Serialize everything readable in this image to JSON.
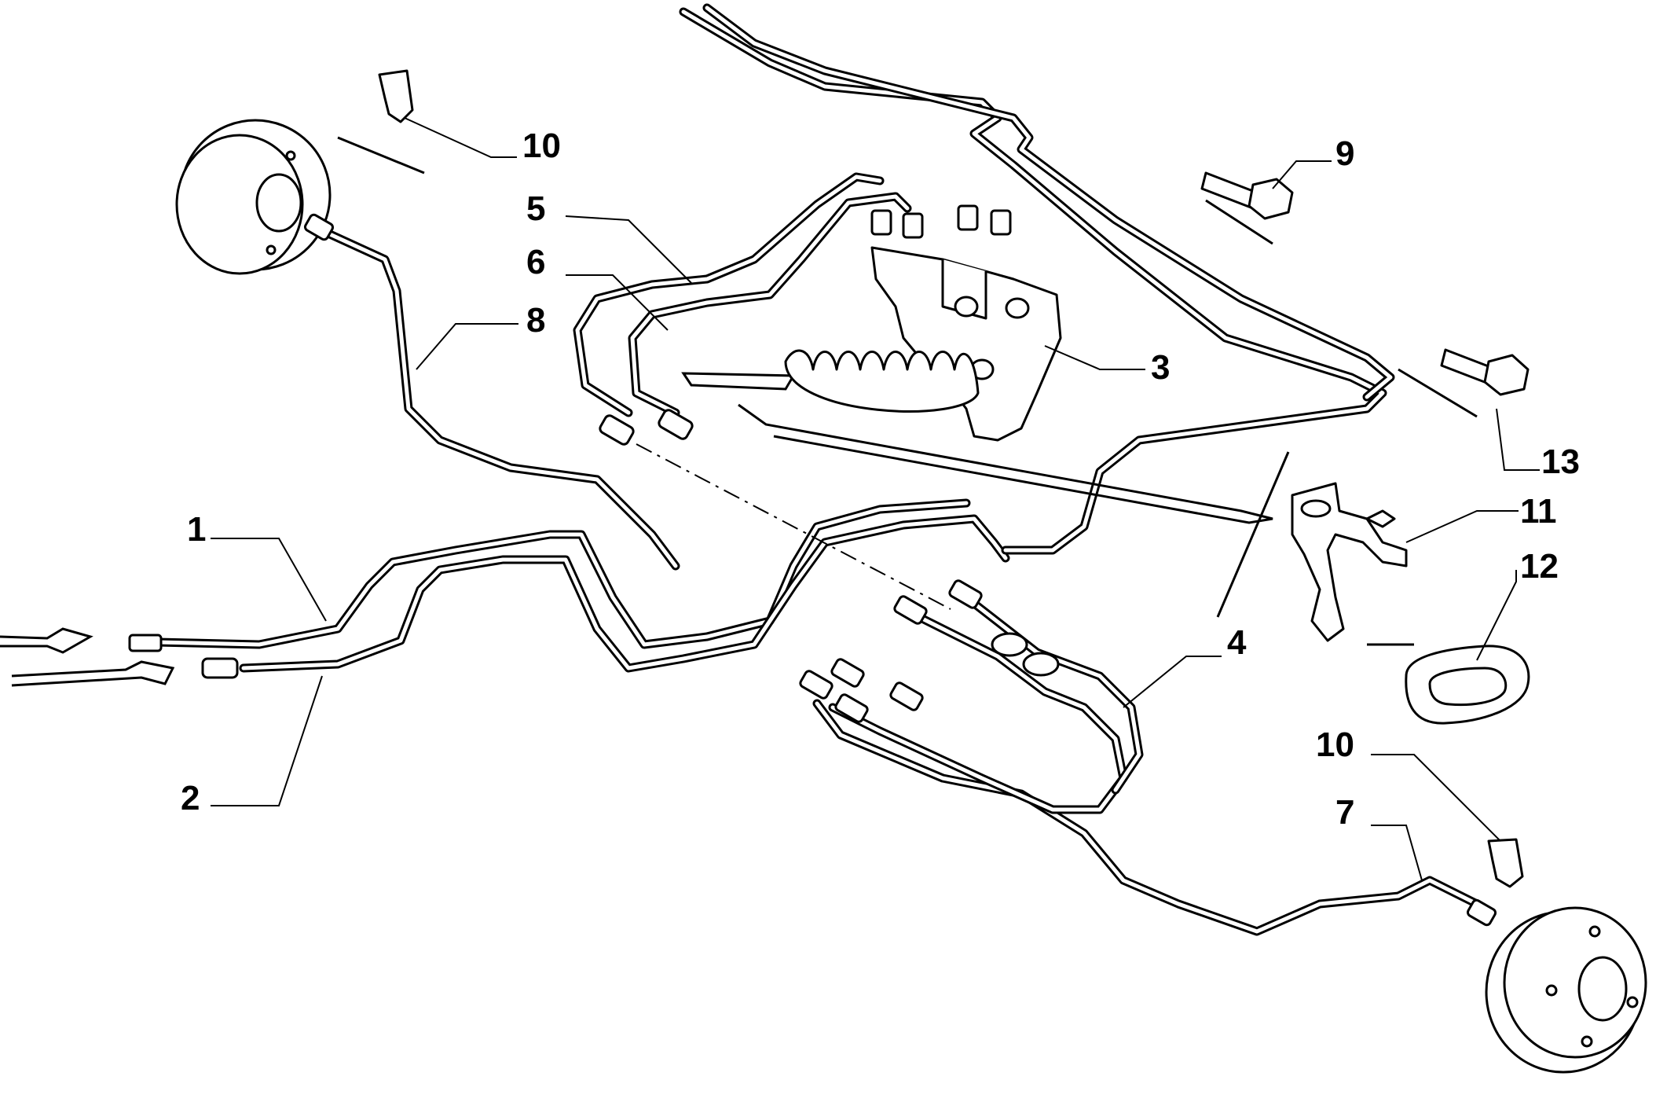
{
  "callouts": [
    {
      "id": "1",
      "label": "1"
    },
    {
      "id": "2",
      "label": "2"
    },
    {
      "id": "3",
      "label": "3"
    },
    {
      "id": "4",
      "label": "4"
    },
    {
      "id": "5",
      "label": "5"
    },
    {
      "id": "6",
      "label": "6"
    },
    {
      "id": "7",
      "label": "7"
    },
    {
      "id": "8",
      "label": "8"
    },
    {
      "id": "9",
      "label": "9"
    },
    {
      "id": "10a",
      "label": "10"
    },
    {
      "id": "10b",
      "label": "10"
    },
    {
      "id": "11",
      "label": "11"
    },
    {
      "id": "12",
      "label": "12"
    },
    {
      "id": "13",
      "label": "13"
    }
  ]
}
